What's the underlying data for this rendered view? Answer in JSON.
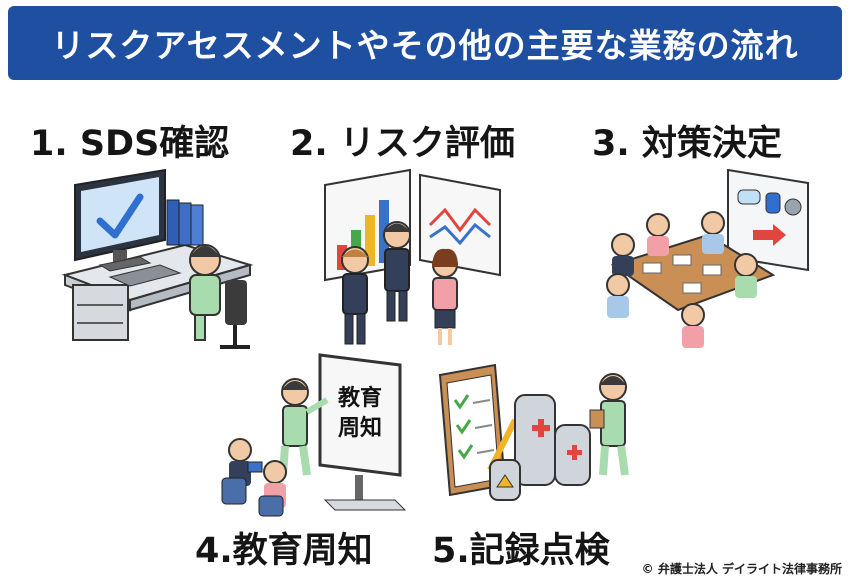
{
  "banner": {
    "title": "リスクアセスメントやその他の主要な業務の流れ"
  },
  "steps": [
    {
      "label": "1. SDS確認"
    },
    {
      "label": "2. リスク評価"
    },
    {
      "label": "3. 対策決定"
    },
    {
      "label": "4.教育周知"
    },
    {
      "label": "5.記録点検"
    }
  ],
  "board_text": [
    "教育",
    "周知"
  ],
  "footer": {
    "copyright": "© 弁護士法人 デイライト法律事務所"
  },
  "colors": {
    "banner": "#1e4fa0",
    "suit": "#34405a",
    "workwear": "#a8dcae",
    "skin": "#f2c9a5"
  }
}
